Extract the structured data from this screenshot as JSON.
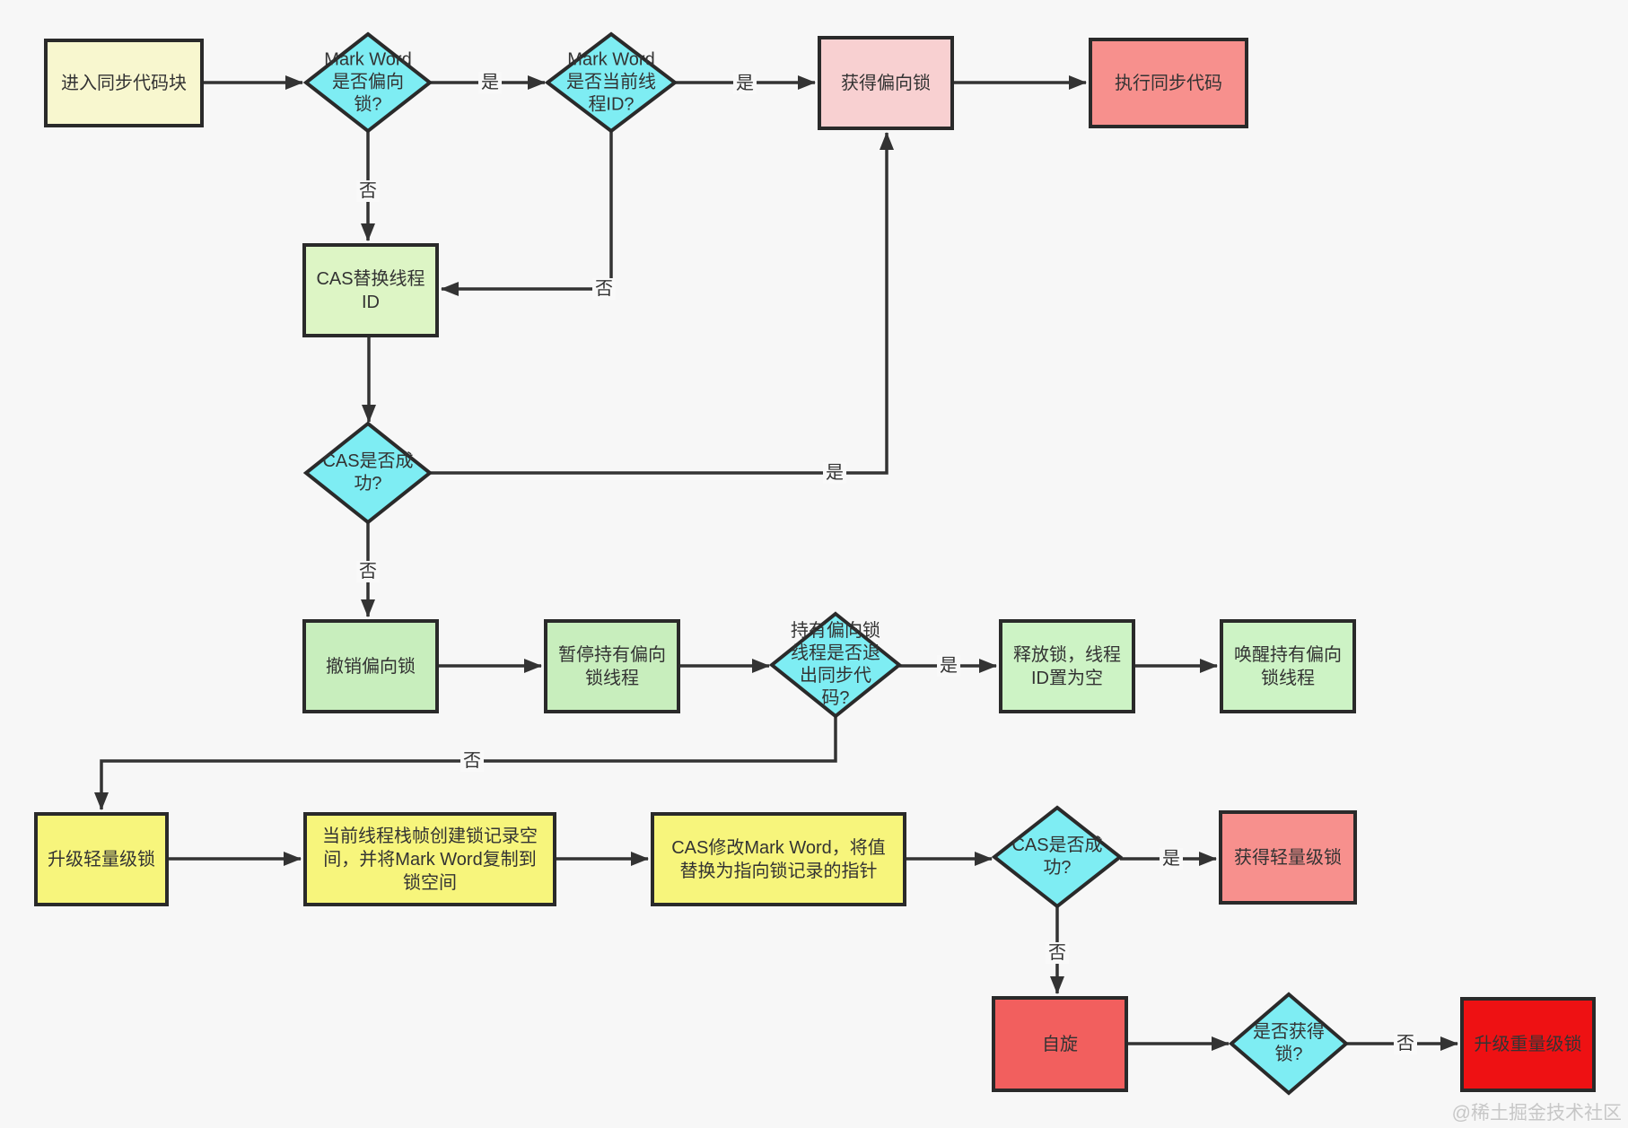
{
  "diagram": {
    "nodes": {
      "enter_sync_block": {
        "label": "进入同步代码块"
      },
      "mark_word_biased": {
        "label": "Mark Word\n是否偏向\n锁?"
      },
      "mark_word_current_thread": {
        "label": "Mark Word\n是否当前线\n程ID?"
      },
      "acquire_biased_lock": {
        "label": "获得偏向锁"
      },
      "execute_sync_code": {
        "label": "执行同步代码"
      },
      "cas_replace_thread_id": {
        "label": "CAS替换线程\nID"
      },
      "cas_success_1": {
        "label": "CAS是否成\n功?"
      },
      "revoke_biased_lock": {
        "label": "撤销偏向锁"
      },
      "pause_biased_thread": {
        "label": "暂停持有偏向\n锁线程"
      },
      "biased_thread_exit_sync": {
        "label": "持有偏向锁\n线程是否退\n出同步代\n码?"
      },
      "release_lock_clear_id": {
        "label": "释放锁，线程\nID置为空"
      },
      "wake_biased_thread": {
        "label": "唤醒持有偏向\n锁线程"
      },
      "upgrade_lightweight": {
        "label": "升级轻量级锁"
      },
      "create_lock_record": {
        "label": "当前线程栈帧创建锁记录空\n间，并将Mark Word复制到\n锁空间"
      },
      "cas_modify_mark_word": {
        "label": "CAS修改Mark Word，将值\n替换为指向锁记录的指针"
      },
      "cas_success_2": {
        "label": "CAS是否成\n功?"
      },
      "acquire_lightweight": {
        "label": "获得轻量级锁"
      },
      "spin": {
        "label": "自旋"
      },
      "lock_acquired": {
        "label": "是否获得\n锁?"
      },
      "upgrade_heavyweight": {
        "label": "升级重量级锁"
      }
    },
    "edge_labels": {
      "yes": "是",
      "no": "否"
    },
    "watermark": "@稀土掘金技术社区",
    "palette": {
      "background": "#f7f7f7",
      "border": "#2a2a2a",
      "arrow": "#333333",
      "yellow_pale": "#f8f7cf",
      "yellow": "#f7f57c",
      "green_pale": "#ddf5c5",
      "green": "#c8eebd",
      "green_mint": "#cdf3c5",
      "cyan": "#7eedf3",
      "pink": "#f8d0d1",
      "salmon": "#f7908d",
      "red": "#f25f5e",
      "red_bright": "#ee1113",
      "watermark_gray": "#c7c7c7"
    }
  }
}
